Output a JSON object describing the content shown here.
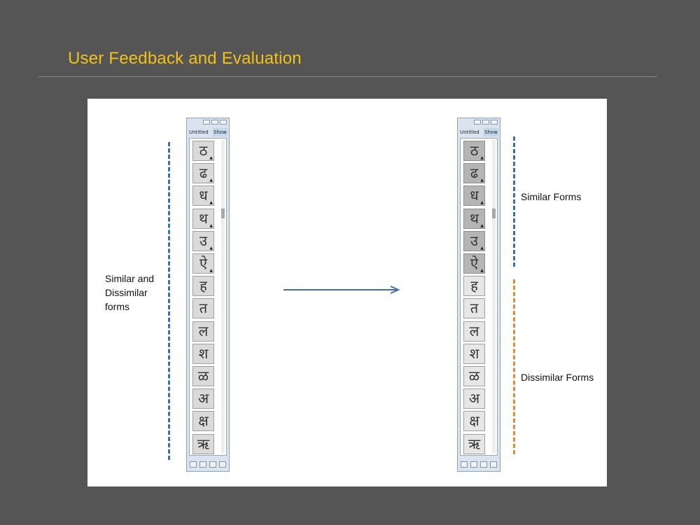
{
  "slide": {
    "title": "User Feedback and Evaluation"
  },
  "left_annotation": {
    "line1": "Similar and",
    "line2": "Dissimilar",
    "line3": "forms"
  },
  "right_annotations": {
    "similar": "Similar Forms",
    "dissimilar": "Dissimilar Forms"
  },
  "panel": {
    "tab_label": "Untitled",
    "show_label": "Show",
    "glyphs": [
      "ठ",
      "ढ",
      "ध",
      "थ",
      "उ",
      "ऐ",
      "ह",
      "त",
      "ल",
      "श",
      "ळ",
      "अ",
      "क्ष",
      "ऋ"
    ]
  },
  "colors": {
    "background": "#555555",
    "title": "#f2c21a",
    "similar_line": "#3f6fa8",
    "dissimilar_line": "#e08a3c",
    "arrow": "#3f6fa8"
  },
  "icons": {
    "arrow": "arrow-right-icon",
    "window_controls": [
      "minimize-icon",
      "maximize-icon",
      "close-icon"
    ]
  }
}
